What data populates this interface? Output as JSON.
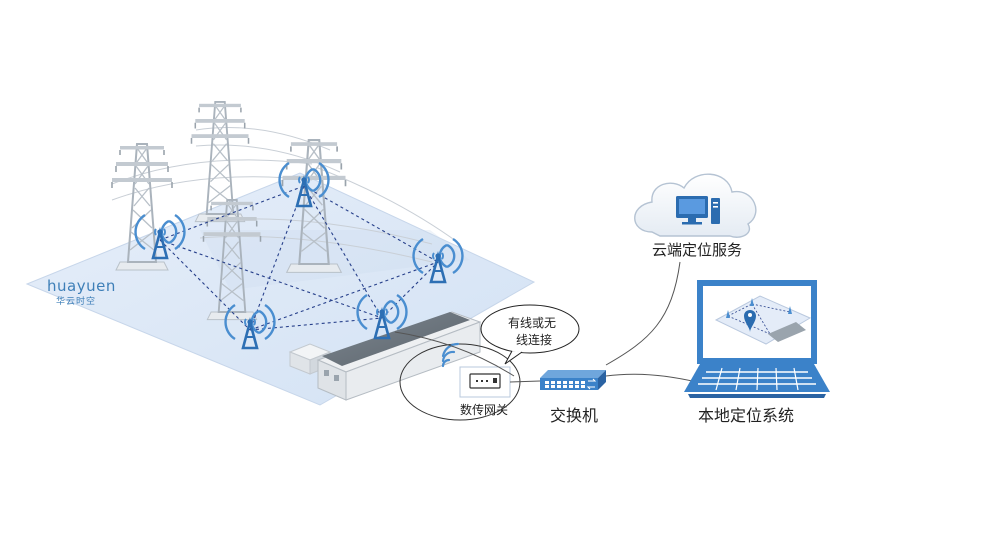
{
  "logo": {
    "main": "huayuen",
    "sub": "华云时空"
  },
  "labels": {
    "cloud_service": "云端定位服务",
    "local_system": "本地定位系统",
    "switch": "交换机",
    "gateway": "数传网关",
    "connection_line1": "有线或无",
    "connection_line2": "线连接"
  },
  "colors": {
    "ground": "#dde9f7",
    "accent": "#4a8ed0",
    "tower": "#c9cfd6",
    "link": "#27408b"
  }
}
